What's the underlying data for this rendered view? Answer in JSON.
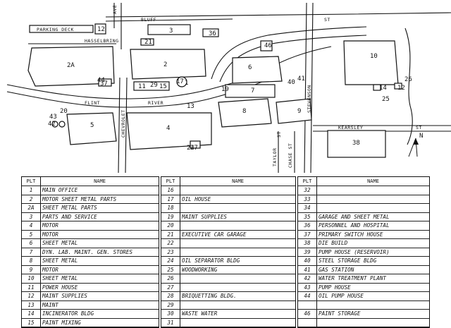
{
  "map": {
    "streets": {
      "bluff": "BLUFF",
      "ave": "AVE",
      "st_top_right": "ST",
      "parking_deck": "PARKING DECK",
      "twelve": "12",
      "chevrolet": "CHEVROLET",
      "flint": "FLINT",
      "river": "RIVER",
      "stevenson": "STEVENSON",
      "kearsley": "KEARSLEY",
      "st_kearsley": "ST",
      "chase_st": "CHASE ST",
      "st_lower": "ST",
      "taylor": "TAYLOR",
      "hasselbring": "HASSELBRING"
    },
    "building_labels": [
      "3",
      "36",
      "21",
      "46",
      "2A",
      "44",
      "2",
      "37",
      "11",
      "29",
      "15",
      "17",
      "6",
      "19",
      "7",
      "40",
      "41",
      "10",
      "14",
      "12",
      "26",
      "25",
      "1",
      "20",
      "43",
      "5",
      "8",
      "9",
      "13",
      "4",
      "38",
      "27",
      "24",
      "42"
    ],
    "north_label": "N"
  },
  "legend": {
    "header": {
      "plt": "PLT",
      "name": "NAME"
    },
    "columns": [
      [
        {
          "plt": "1",
          "name": "MAIN OFFICE"
        },
        {
          "plt": "2",
          "name": "MOTOR SHEET METAL PARTS"
        },
        {
          "plt": "2A",
          "name": "SHEET METAL PARTS"
        },
        {
          "plt": "3",
          "name": "PARTS AND SERVICE"
        },
        {
          "plt": "4",
          "name": "MOTOR"
        },
        {
          "plt": "5",
          "name": "MOTOR"
        },
        {
          "plt": "6",
          "name": "SHEET METAL"
        },
        {
          "plt": "7",
          "name": "DYN. LAB. MAINT. GEN. STORES"
        },
        {
          "plt": "8",
          "name": "SHEET METAL"
        },
        {
          "plt": "9",
          "name": "MOTOR"
        },
        {
          "plt": "10",
          "name": "SHEET METAL"
        },
        {
          "plt": "11",
          "name": "POWER HOUSE"
        },
        {
          "plt": "12",
          "name": "MAINT SUPPLIES"
        },
        {
          "plt": "13",
          "name": "MAINT"
        },
        {
          "plt": "14",
          "name": "INCINERATOR BLDG"
        },
        {
          "plt": "15",
          "name": "PAINT MIXING"
        }
      ],
      [
        {
          "plt": "16",
          "name": ""
        },
        {
          "plt": "17",
          "name": "OIL HOUSE"
        },
        {
          "plt": "18",
          "name": ""
        },
        {
          "plt": "19",
          "name": "MAINT SUPPLIES"
        },
        {
          "plt": "20",
          "name": ""
        },
        {
          "plt": "21",
          "name": "EXECUTIVE CAR GARAGE"
        },
        {
          "plt": "22",
          "name": ""
        },
        {
          "plt": "23",
          "name": ""
        },
        {
          "plt": "24",
          "name": "OIL SEPARATOR BLDG"
        },
        {
          "plt": "25",
          "name": "WOODWORKING"
        },
        {
          "plt": "26",
          "name": ""
        },
        {
          "plt": "27",
          "name": ""
        },
        {
          "plt": "28",
          "name": "BRIQUETTING BLDG."
        },
        {
          "plt": "29",
          "name": ""
        },
        {
          "plt": "30",
          "name": "WASTE WATER"
        },
        {
          "plt": "31",
          "name": ""
        }
      ],
      [
        {
          "plt": "32",
          "name": ""
        },
        {
          "plt": "33",
          "name": ""
        },
        {
          "plt": "34",
          "name": ""
        },
        {
          "plt": "35",
          "name": "GARAGE AND SHEET METAL"
        },
        {
          "plt": "36",
          "name": "PERSONNEL AND HOSPITAL"
        },
        {
          "plt": "37",
          "name": "PRIMARY SWITCH HOUSE"
        },
        {
          "plt": "38",
          "name": "DIE BUILD"
        },
        {
          "plt": "39",
          "name": "PUMP HOUSE (RESERVOIR)"
        },
        {
          "plt": "40",
          "name": "STEEL STORAGE BLDG"
        },
        {
          "plt": "41",
          "name": "GAS STATION"
        },
        {
          "plt": "42",
          "name": "WATER TREATMENT PLANT"
        },
        {
          "plt": "43",
          "name": "PUMP HOUSE"
        },
        {
          "plt": "44",
          "name": "OIL PUMP HOUSE"
        },
        {
          "plt": "",
          "name": ""
        },
        {
          "plt": "46",
          "name": "PAINT STORAGE"
        },
        {
          "plt": "",
          "name": ""
        }
      ]
    ]
  }
}
